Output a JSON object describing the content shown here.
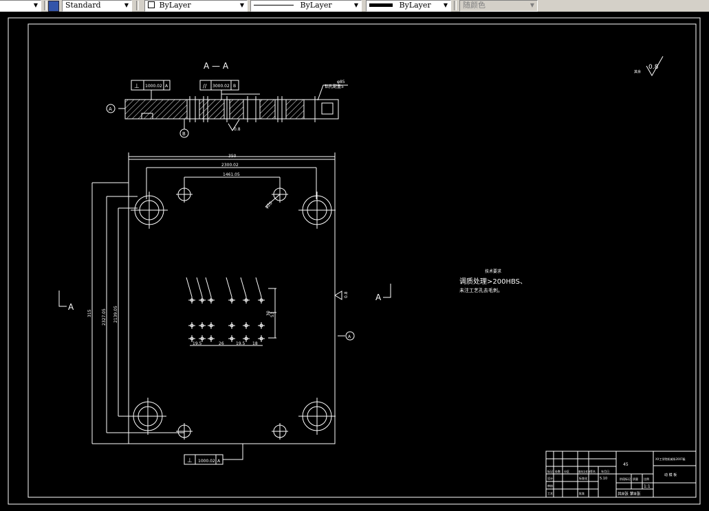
{
  "toolbar": {
    "text_style": "Standard",
    "layer_color": "ByLayer",
    "linetype": "ByLayer",
    "lineweight": "ByLayer",
    "plot_style": "随颜色"
  },
  "drawing": {
    "section_title": "A — A",
    "section_label_left": "A",
    "section_label_right": "A",
    "fcf_top1_tol": "1000.02",
    "fcf_top1_datum": "A",
    "fcf_top2_tol": "3000.02",
    "fcf_top2_datum": "B",
    "fcf_bottom_tol": "1000.02",
    "fcf_bottom_datum": "A",
    "datum_a": "A",
    "datum_b": "B",
    "datum_a2": "A",
    "callout_dia": "φ85",
    "callout_note": "钻孔配重5",
    "dim_width_top": "350",
    "dim_holes_outer": "2300.02",
    "dim_holes_inner": "1461.05",
    "dim_height_left": "315",
    "dim_height_2": "2327.05",
    "dim_height_3": "2139.05",
    "dim_mid_1": "19.5",
    "dim_mid_2": "26",
    "dim_mid_3": "19.5",
    "dim_mid_4": "18",
    "dim_side_1": "30",
    "dim_side_2": "53",
    "dim_hole_dia": "φ20",
    "roughness_side": "0.8",
    "roughness_sec": "0.8",
    "roughness_global": "0.8",
    "roughness_rest_label": "其余",
    "tech_title": "技术要求",
    "tech_line1": "调质处理>200HBS、",
    "tech_line2": "未注工艺孔去毛刺。",
    "tb_material": "45",
    "tb_school": "XX工学院机械系2007级",
    "tb_part_name": "动 模 板",
    "tb_scale": "1:1",
    "tb_sheets": "共8张 第8张",
    "tb_weight_lbl": "质量",
    "tb_scale_lbl": "比例",
    "tb_stage_lbl": "阶段标记",
    "tb_design_lbl": "设计",
    "tb_std_lbl": "标准化",
    "tb_check_lbl": "审核",
    "tb_craft_lbl": "工艺",
    "tb_approve_lbl": "批准",
    "tb_mark_lbl": "标记",
    "tb_count_lbl": "处数",
    "tb_zone_lbl": "分区",
    "tb_docno_lbl": "更改文件号",
    "tb_sign_lbl": "签名",
    "tb_date_lbl": "年月日",
    "tb_scale2": "5.10"
  }
}
